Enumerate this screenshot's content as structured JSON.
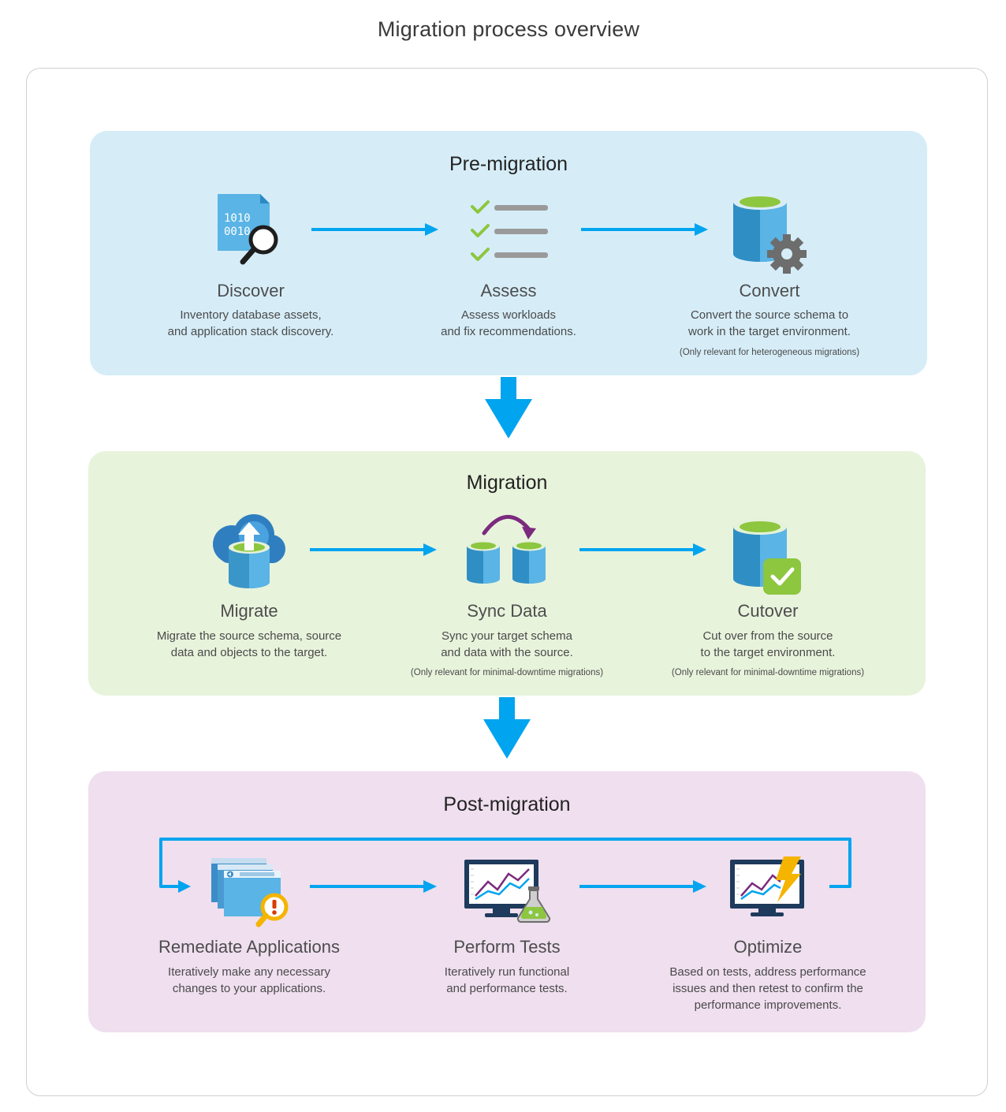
{
  "title": "Migration process overview",
  "phases": [
    {
      "title": "Pre-migration",
      "steps": [
        {
          "name": "Discover",
          "desc": [
            "Inventory database assets,",
            "and application stack discovery."
          ],
          "note": "",
          "icon": "binary-file-search-icon"
        },
        {
          "name": "Assess",
          "desc": [
            "Assess workloads",
            "and fix recommendations."
          ],
          "note": "",
          "icon": "checklist-icon"
        },
        {
          "name": "Convert",
          "desc": [
            "Convert the source schema to",
            "work in the target environment."
          ],
          "note": "(Only relevant for heterogeneous migrations)",
          "icon": "database-gear-icon"
        }
      ]
    },
    {
      "title": "Migration",
      "steps": [
        {
          "name": "Migrate",
          "desc": [
            "Migrate the source schema, source",
            "data and objects to the target."
          ],
          "note": "",
          "icon": "cloud-upload-database-icon"
        },
        {
          "name": "Sync Data",
          "desc": [
            "Sync your target schema",
            "and data with the source."
          ],
          "note": "(Only relevant for minimal-downtime migrations)",
          "icon": "database-sync-icon"
        },
        {
          "name": "Cutover",
          "desc": [
            "Cut over from the source",
            "to the target environment."
          ],
          "note": "(Only relevant for minimal-downtime migrations)",
          "icon": "database-check-icon"
        }
      ]
    },
    {
      "title": "Post-migration",
      "steps": [
        {
          "name": "Remediate Applications",
          "desc": [
            "Iteratively make any necessary",
            "changes to your applications."
          ],
          "note": "",
          "icon": "app-windows-warning-icon"
        },
        {
          "name": "Perform Tests",
          "desc": [
            "Iteratively run functional",
            "and performance tests."
          ],
          "note": "",
          "icon": "monitor-flask-icon"
        },
        {
          "name": "Optimize",
          "desc": [
            "Based on tests, address performance",
            "issues and then retest to confirm the",
            "performance improvements."
          ],
          "note": "",
          "icon": "monitor-lightning-icon"
        }
      ]
    }
  ],
  "colors": {
    "arrow": "#00a4ef",
    "pre_bg": "#d6edf8",
    "mig_bg": "#e8f3dc",
    "post_bg": "#efdfef",
    "db_blue": "#3a96c8",
    "db_top": "#8dc63f",
    "sync_arrow": "#7b2a7e"
  }
}
